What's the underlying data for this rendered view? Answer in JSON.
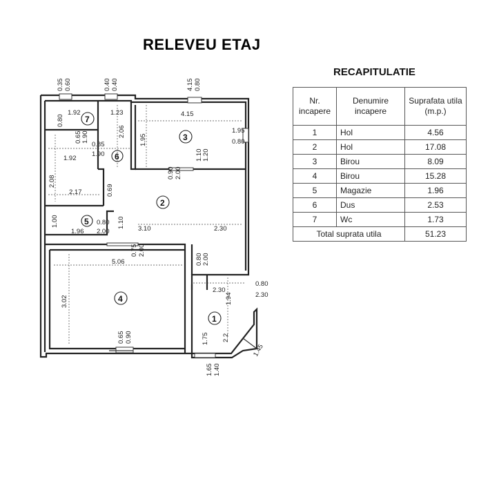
{
  "title": "RELEVEU ETAJ",
  "recap": {
    "title": "RECAPITULATIE",
    "headers": {
      "nr": "Nr. incapere",
      "name": "Denumire incapere",
      "area": "Suprafata utila (m.p.)"
    },
    "rows": [
      {
        "nr": "1",
        "name": "Hol",
        "area": "4.56"
      },
      {
        "nr": "2",
        "name": "Hol",
        "area": "17.08"
      },
      {
        "nr": "3",
        "name": "Birou",
        "area": "8.09"
      },
      {
        "nr": "4",
        "name": "Birou",
        "area": "15.28"
      },
      {
        "nr": "5",
        "name": "Magazie",
        "area": "1.96"
      },
      {
        "nr": "6",
        "name": "Dus",
        "area": "2.53"
      },
      {
        "nr": "7",
        "name": "Wc",
        "area": "1.73"
      }
    ],
    "total_label": "Total suprata utila",
    "total_value": "51.23"
  },
  "plan": {
    "rooms": [
      "1",
      "2",
      "3",
      "4",
      "5",
      "6",
      "7"
    ],
    "dimensions": {
      "top_a": "0.35",
      "top_b": "0.60",
      "top_c": "0.40",
      "top_d": "0.40",
      "top_e": "4.15",
      "top_f": "0.80",
      "r7_w": "1.92",
      "r7_h": "0.80",
      "r6_w": "1.23",
      "r3_w": "4.15",
      "r3_h": "1.95",
      "r3_win_a": "1.95",
      "r3_win_b": "0.80",
      "r6_door_a": "0.85",
      "r6_door_b": "1.90",
      "r7_door_a": "0.65",
      "r7_door_b": "1.90",
      "r6_h": "2.06",
      "r6_len": "1.92",
      "r3_door_a": "1.10",
      "r3_door_b": "1.20",
      "hall_door_a": "0.90",
      "hall_door_b": "2.00",
      "left_h": "2.08",
      "r2_w": "2.17",
      "r2_h": "0.69",
      "r5_w": "1.96",
      "r5_door_a": "0.80",
      "r5_door_b": "2.00",
      "r5_h": "1.00",
      "r5_x": "1.10",
      "r2_len_a": "3.10",
      "r2_len_b": "2.30",
      "r4_door_a": "0.75",
      "r4_door_b": "2.00",
      "r4_w": "5.06",
      "r4_h": "3.02",
      "r1_door_a": "0.80",
      "r1_door_b": "2.00",
      "r1_w": "2.30",
      "r1_h": "1.94",
      "r1_win_a": "0.80",
      "r1_win_b": "2.30",
      "r4_win_a": "0.65",
      "r4_win_b": "0.90",
      "ent_a": "1.65",
      "ent_b": "1.40",
      "r1_small_a": "1.75",
      "r1_small_b": "2.2",
      "ent_d": "1.45"
    }
  }
}
